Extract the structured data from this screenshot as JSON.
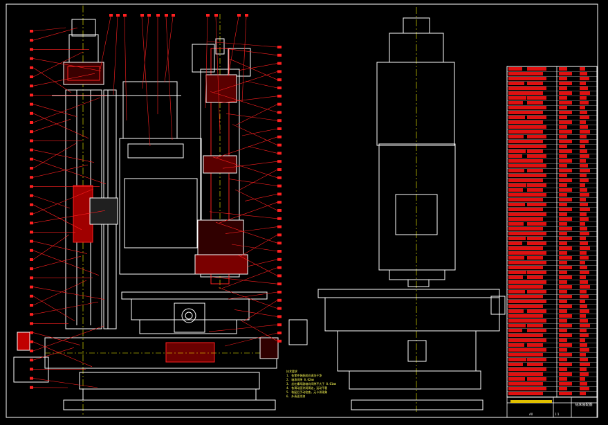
{
  "drawing": {
    "background": "#000000",
    "colors": {
      "outline": "#ffffff",
      "leader": "#ff2020",
      "fill_red": "#e01010",
      "centerline": "#ffff00",
      "hatch": "#c8c8c8"
    }
  },
  "notes": {
    "title": "技术要求",
    "lines": [
      "1. 各零件装配前应清洗干净",
      "2. 轴承间隙 0.02mm",
      "3. 丝杠螺母副轴向间隙不大于 0.01mm",
      "4. 各滑动面涂润滑油，运动平稳",
      "5. 装配后手动检查，无卡滞现象",
      "6. 外表面涂漆"
    ]
  },
  "title_block": {
    "title": "钻床装配图",
    "scale": "1:1",
    "sheet": "A0"
  }
}
